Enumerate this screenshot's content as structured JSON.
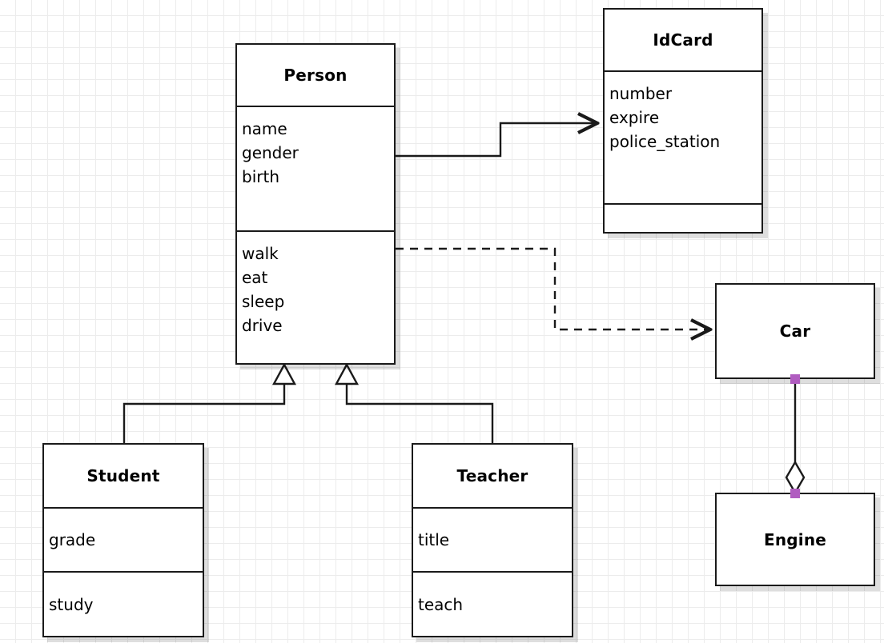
{
  "diagram": {
    "type": "uml-class-diagram",
    "background": "#ffffff",
    "grid_color": "#ececec",
    "line_color": "#1a1a1a",
    "handle_color": "#b05cc0"
  },
  "classes": [
    {
      "id": "person",
      "name": "Person",
      "attributes": [
        "name",
        "gender",
        "birth"
      ],
      "operations": [
        "walk",
        "eat",
        "sleep",
        "drive"
      ]
    },
    {
      "id": "idcard",
      "name": "IdCard",
      "attributes": [
        "number",
        "expire",
        "police_station"
      ],
      "operations": []
    },
    {
      "id": "student",
      "name": "Student",
      "attributes": [
        "grade"
      ],
      "operations": [
        "study"
      ]
    },
    {
      "id": "teacher",
      "name": "Teacher",
      "attributes": [
        "title"
      ],
      "operations": [
        "teach"
      ]
    },
    {
      "id": "car",
      "name": "Car",
      "attributes": [],
      "operations": []
    },
    {
      "id": "engine",
      "name": "Engine",
      "attributes": [],
      "operations": []
    }
  ],
  "relations": [
    {
      "id": "person-idcard",
      "kind": "association",
      "style": "solid",
      "arrow": "open",
      "from": "person",
      "to": "idcard"
    },
    {
      "id": "person-car",
      "kind": "dependency",
      "style": "dashed",
      "arrow": "open",
      "from": "person",
      "to": "car"
    },
    {
      "id": "student-person",
      "kind": "generalization",
      "style": "solid",
      "arrow": "hollow-triangle",
      "from": "student",
      "to": "person"
    },
    {
      "id": "teacher-person",
      "kind": "generalization",
      "style": "solid",
      "arrow": "hollow-triangle",
      "from": "teacher",
      "to": "person"
    },
    {
      "id": "car-engine",
      "kind": "aggregation",
      "style": "solid",
      "arrow": "hollow-diamond",
      "from": "car",
      "to": "engine"
    }
  ]
}
